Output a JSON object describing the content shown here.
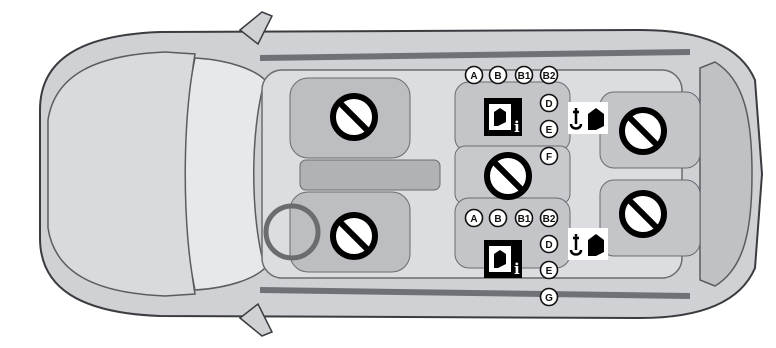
{
  "diagram": {
    "colors": {
      "body": "#cfd1d4",
      "body_dark": "#8d9095",
      "outline": "#3a3c40",
      "glass": "#e7e8ea",
      "seat": "#bcbec2",
      "prohibited_ring": "#000000",
      "prohibited_fill": "#ffffff"
    },
    "left_row_labels": [
      "A",
      "B",
      "B1",
      "B2"
    ],
    "left_column_labels": [
      "D",
      "E",
      "F"
    ],
    "right_row_labels": [
      "A",
      "B",
      "B1",
      "B2"
    ],
    "right_column_labels": [
      "D",
      "E",
      "G"
    ],
    "icons": {
      "prohibited": "prohibited-icon",
      "isofix_info": "child-seat-info-icon",
      "top_tether": "child-seat-anchor-icon"
    }
  }
}
